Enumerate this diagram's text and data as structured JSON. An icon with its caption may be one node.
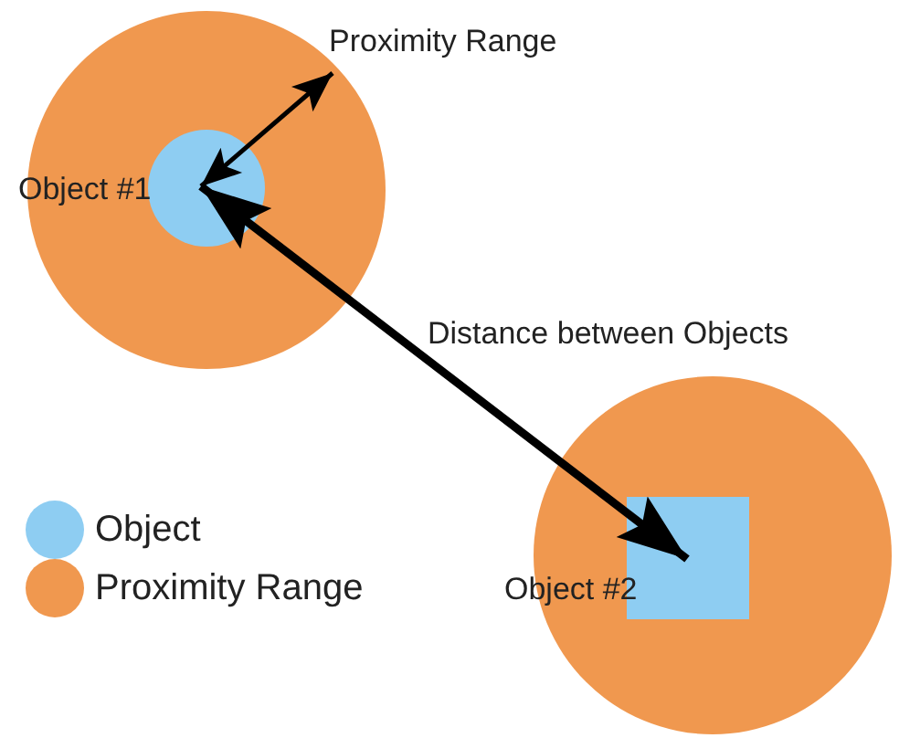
{
  "diagram": {
    "nodes": [
      {
        "text": [],
        "shape": "circle"
      },
      {
        "text": [
          "Object #1"
        ],
        "in": 0
      },
      {
        "text": [],
        "shape": "circle"
      },
      {
        "text": [
          "Object #2"
        ],
        "in": 2
      }
    ],
    "edges": [
      {
        "from": 1,
        "to": 0,
        "arrow": "both",
        "label": "Proximity Range"
      },
      {
        "from": 1,
        "to": 3,
        "arrow": "both",
        "label": "Distance between Objects",
        "style": "thick"
      }
    ],
    "legend": [
      {
        "text": "Object",
        "color": "#8ecdf2"
      },
      {
        "text": "Proximity Range",
        "color": "#f0984f"
      }
    ]
  }
}
